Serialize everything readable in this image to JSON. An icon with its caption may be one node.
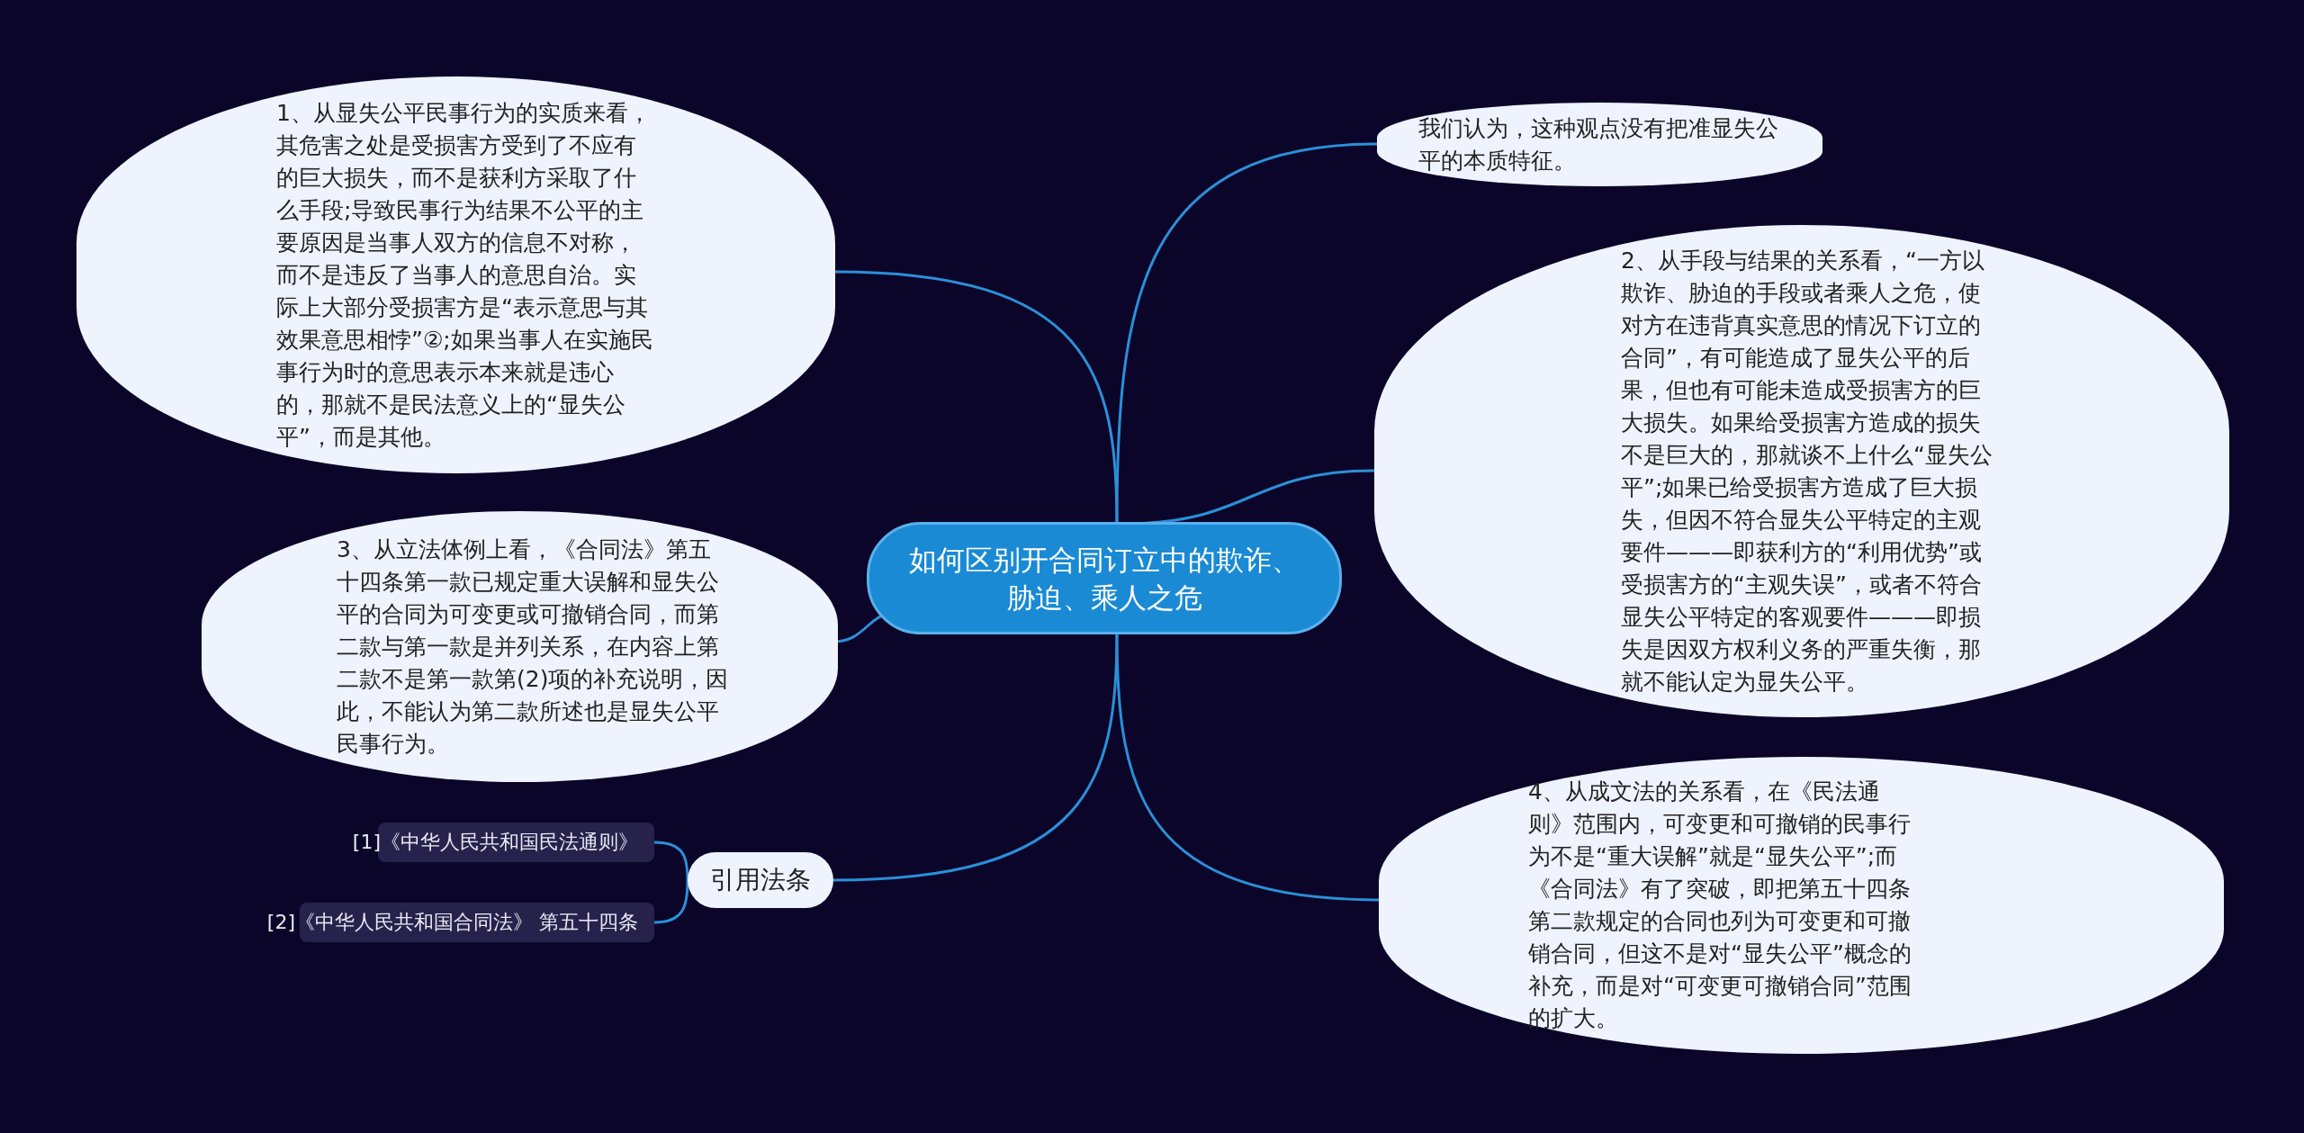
{
  "diagram": {
    "nodes": [
      {
        "text": [
          "如何区别开合同订立中的欺诈、胁迫、乘人之危"
        ]
      },
      {
        "text": [
          "1、从显失公平民事行为的实质来看，其危害之处是受损害方受到了不应有的巨大损失，而不是获利方采取了什么手段;导致民事行为结果不公平的主要原因是当事人双方的信息不对称，而不是违反了当事人的意思自治。实际上大部分受损害方是“表示意思与其效果意思相悖”②;如果当事人在实施民事行为时的意思表示本来就是违心的，那就不是民法意义上的“显失公平”，而是其他。"
        ]
      },
      {
        "text": [
          "3、从立法体例上看，《合同法》第五十四条第一款已规定重大误解和显失公平的合同为可变更或可撤销合同，而第二款与第一款是并列关系，在内容上第二款不是第一款第(2)项的补充说明，因此，不能认为第二款所述也是显失公平民事行为。"
        ]
      },
      {
        "text": [
          "引用法条"
        ]
      },
      {
        "text": [
          "[1]《中华人民共和国民法通则》"
        ]
      },
      {
        "text": [
          "[2]《中华人民共和国合同法》 第五十四条"
        ]
      },
      {
        "text": [
          "我们认为，这种观点没有把准显失公平的本质特征。"
        ]
      },
      {
        "text": [
          "2、从手段与结果的关系看，“一方以欺诈、胁迫的手段或者乘人之危，使对方在违背真实意思的情况下订立的合同”，有可能造成了显失公平的后果，但也有可能未造成受损害方的巨大损失。如果给受损害方造成的损失不是巨大的，那就谈不上什么“显失公平”;如果已给受损害方造成了巨大损失，但因不符合显失公平特定的主观要件———即获利方的“利用优势”或受损害方的“主观失误”，或者不符合显失公平特定的客观要件———即损失是因双方权利义务的严重失衡，那就不能认定为显失公平。"
        ]
      },
      {
        "text": [
          "4、从成文法的关系看，在《民法通则》范围内，可变更和可撤销的民事行为不是“重大误解”就是“显失公平”;而《合同法》有了突破，即把第五十四条第二款规定的合同也列为可变更和可撤销合同，但这不是对“显失公平”概念的补充，而是对“可变更可撤销合同”范围的扩大。"
        ]
      }
    ],
    "edges": [
      {
        "from": 0,
        "to": 1,
        "arrow": "none"
      },
      {
        "from": 0,
        "to": 2,
        "arrow": "none"
      },
      {
        "from": 0,
        "to": 3,
        "arrow": "none"
      },
      {
        "from": 3,
        "to": 4,
        "arrow": "none"
      },
      {
        "from": 3,
        "to": 5,
        "arrow": "none"
      },
      {
        "from": 0,
        "to": 6,
        "arrow": "none"
      },
      {
        "from": 0,
        "to": 7,
        "arrow": "none"
      },
      {
        "from": 0,
        "to": 8,
        "arrow": "none"
      }
    ]
  }
}
